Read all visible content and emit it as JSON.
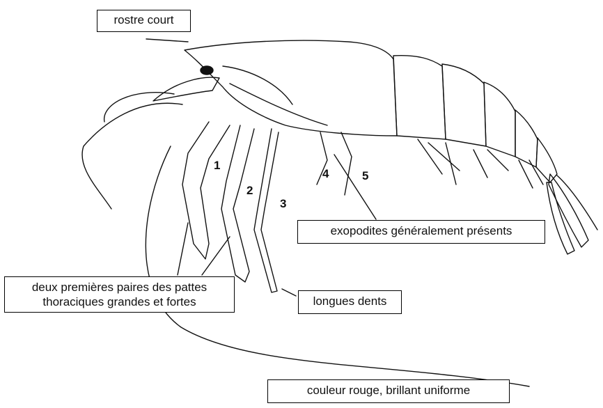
{
  "labels": {
    "rostrum": "rostre court",
    "exopodites": "exopodites généralement présents",
    "claws": "deux premières paires des pattes thoraciques grandes et fortes",
    "teeth": "longues dents",
    "color": "couleur rouge, brillant uniforme"
  },
  "leg_numbers": [
    "1",
    "2",
    "3",
    "4",
    "5"
  ]
}
